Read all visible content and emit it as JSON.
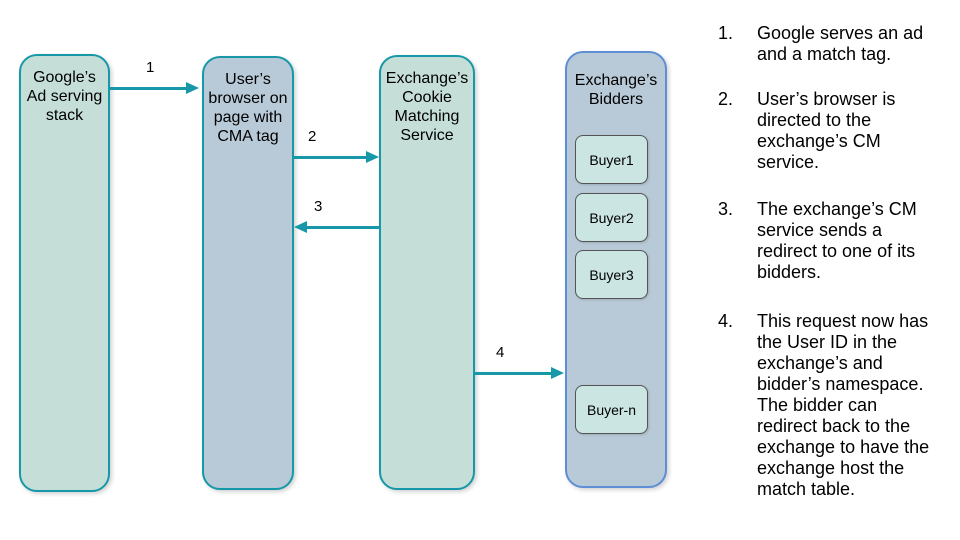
{
  "colors": {
    "teal_stroke": "#1798a8",
    "mint_fill": "#c5dfd8",
    "blue_fill": "#b8c9d7",
    "blue_stroke": "#5e8fd4",
    "buyer_fill": "#cbe5e2",
    "buyer_stroke": "#555555",
    "text": "#000000"
  },
  "diagram": {
    "nodes": {
      "google": {
        "title": "Google’s\nAd serving\nstack"
      },
      "browser": {
        "title": "User’s\nbrowser on\npage with\nCMA tag"
      },
      "cm_service": {
        "title": "Exchange’s\nCookie\nMatching\nService"
      },
      "bidders": {
        "title": "Exchange’s\nBidders"
      }
    },
    "buyers": [
      "Buyer1",
      "Buyer2",
      "Buyer3",
      "Buyer-n"
    ],
    "arrows": [
      {
        "label": "1"
      },
      {
        "label": "2"
      },
      {
        "label": "3"
      },
      {
        "label": "4"
      }
    ]
  },
  "steps": [
    {
      "num": "1.",
      "text": "Google serves an ad\nand a match tag."
    },
    {
      "num": "2.",
      "text": "User’s browser is\ndirected to the\nexchange’s CM\nservice."
    },
    {
      "num": "3.",
      "text": "The exchange’s CM\nservice sends a\nredirect to one of its\nbidders."
    },
    {
      "num": "4.",
      "text": "This request now has\nthe User ID in the\nexchange’s and\nbidder’s namespace.\nThe bidder can\nredirect back to the\nexchange to have the\nexchange host the\nmatch table."
    }
  ]
}
